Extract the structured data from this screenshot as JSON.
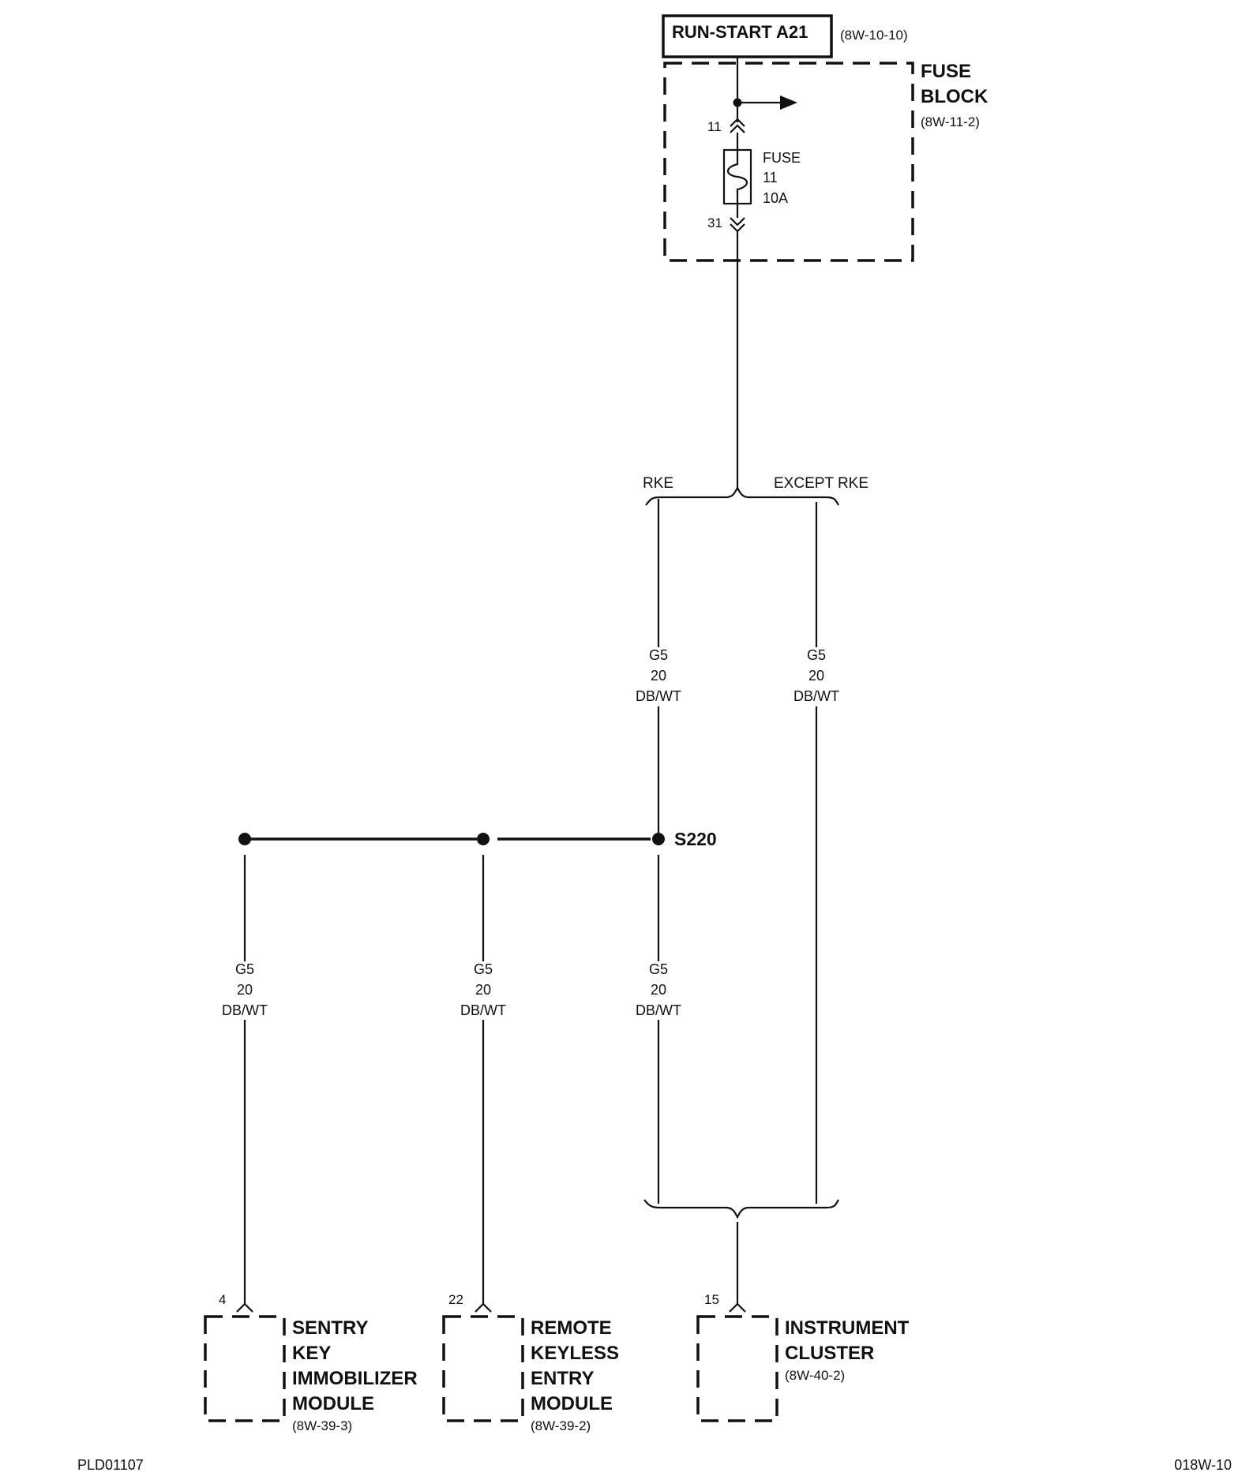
{
  "source": {
    "name": "RUN-START A21",
    "ref": "(8W-10-10)"
  },
  "fuse_block": {
    "title_line1": "FUSE",
    "title_line2": "BLOCK",
    "ref": "(8W-11-2)",
    "pin_top": "11",
    "pin_bottom": "31",
    "fuse_label": "FUSE",
    "fuse_number": "11",
    "fuse_rating": "10A"
  },
  "branch_top": {
    "left": "RKE",
    "right": "EXCEPT RKE"
  },
  "wires": [
    {
      "circuit": "G5",
      "gauge": "20",
      "color": "DB/WT"
    },
    {
      "circuit": "G5",
      "gauge": "20",
      "color": "DB/WT"
    },
    {
      "circuit": "G5",
      "gauge": "20",
      "color": "DB/WT"
    },
    {
      "circuit": "G5",
      "gauge": "20",
      "color": "DB/WT"
    },
    {
      "circuit": "G5",
      "gauge": "20",
      "color": "DB/WT"
    }
  ],
  "splice": {
    "name": "S220"
  },
  "modules": [
    {
      "pin": "4",
      "lines": [
        "SENTRY",
        "KEY",
        "IMMOBILIZER",
        "MODULE"
      ],
      "ref": "(8W-39-3)"
    },
    {
      "pin": "22",
      "lines": [
        "REMOTE",
        "KEYLESS",
        "ENTRY",
        "MODULE"
      ],
      "ref": "(8W-39-2)"
    },
    {
      "pin": "15",
      "lines": [
        "INSTRUMENT",
        "CLUSTER"
      ],
      "ref": "(8W-40-2)"
    }
  ],
  "footer": {
    "left": "PLD01107",
    "right": "018W-10"
  }
}
